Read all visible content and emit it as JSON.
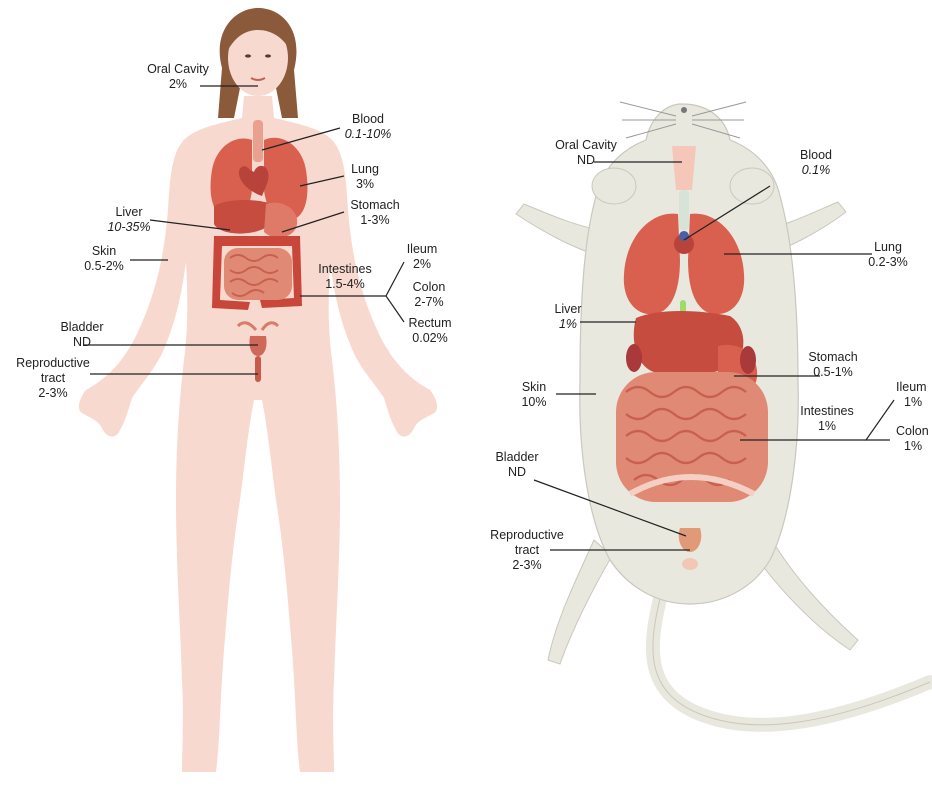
{
  "human": {
    "oral_cavity": {
      "name": "Oral Cavity",
      "value": "2%"
    },
    "blood": {
      "name": "Blood",
      "value": "0.1-10%"
    },
    "lung": {
      "name": "Lung",
      "value": "3%"
    },
    "liver": {
      "name": "Liver",
      "value": "10-35%"
    },
    "stomach": {
      "name": "Stomach",
      "value": "1-3%"
    },
    "skin": {
      "name": "Skin",
      "value": "0.5-2%"
    },
    "intestines": {
      "name": "Intestines",
      "value": "1.5-4%"
    },
    "ileum": {
      "name": "Ileum",
      "value": "2%"
    },
    "colon": {
      "name": "Colon",
      "value": "2-7%"
    },
    "rectum": {
      "name": "Rectum",
      "value": "0.02%"
    },
    "bladder": {
      "name": "Bladder",
      "value": "ND"
    },
    "reproductive": {
      "name": "Reproductive",
      "name2": "tract",
      "value": "2-3%"
    }
  },
  "mouse": {
    "oral_cavity": {
      "name": "Oral Cavity",
      "value": "ND"
    },
    "blood": {
      "name": "Blood",
      "value": "0.1%"
    },
    "lung": {
      "name": "Lung",
      "value": "0.2-3%"
    },
    "liver": {
      "name": "Liver",
      "value": "1%"
    },
    "stomach": {
      "name": "Stomach",
      "value": "0.5-1%"
    },
    "skin": {
      "name": "Skin",
      "value": "10%"
    },
    "intestines": {
      "name": "Intestines",
      "value": "1%"
    },
    "ileum": {
      "name": "Ileum",
      "value": "1%"
    },
    "colon": {
      "name": "Colon",
      "value": "1%"
    },
    "bladder": {
      "name": "Bladder",
      "value": "ND"
    },
    "reproductive": {
      "name": "Reproductive",
      "name2": "tract",
      "value": "2-3%"
    }
  },
  "colors": {
    "skin_human": "#f7d9cf",
    "hair": "#8a5a3a",
    "mouse_body": "#e9e8df",
    "organ": "#d9604f",
    "organ_dark": "#b8433a",
    "organ_light": "#e9a08f",
    "leader": "#222222"
  }
}
